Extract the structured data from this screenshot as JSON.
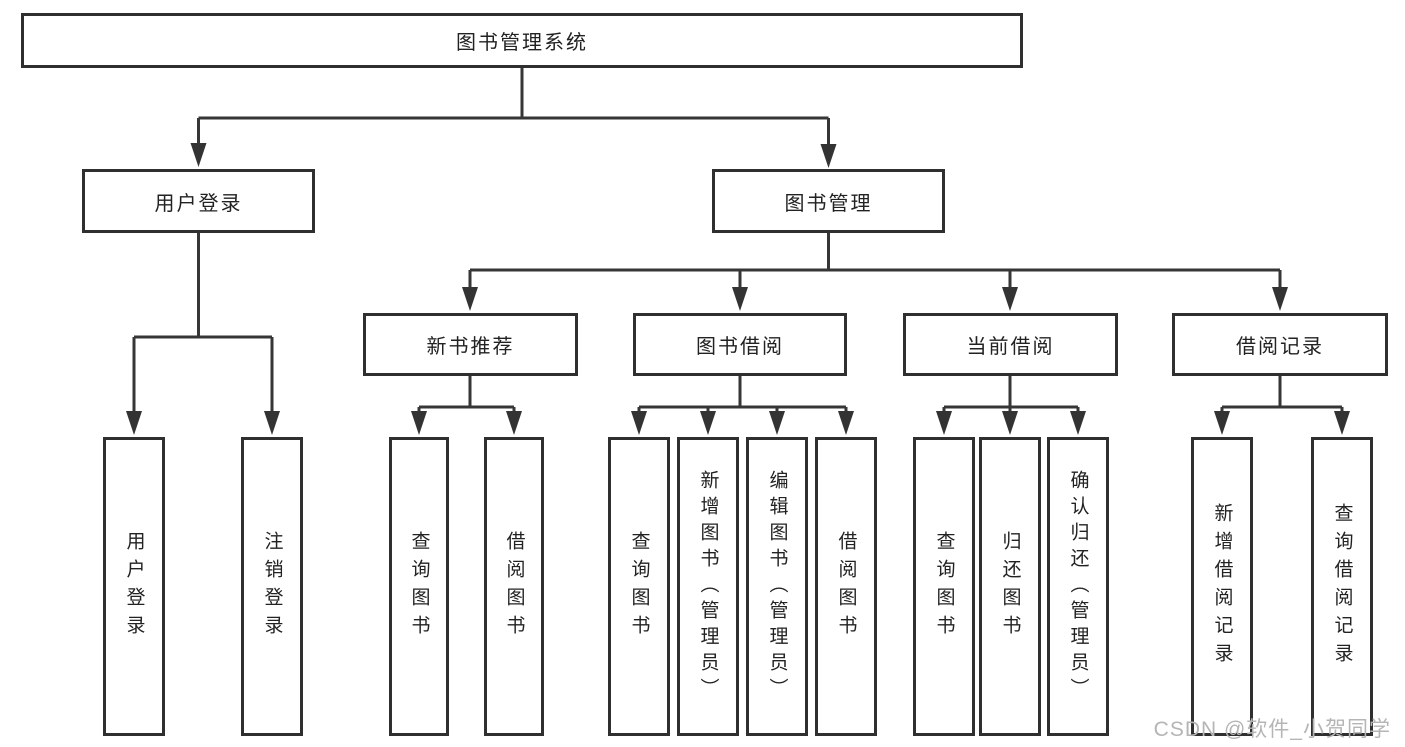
{
  "tree": {
    "label": "图书管理系统",
    "children": [
      {
        "label": "用户登录",
        "children": [
          {
            "label": "用户登录"
          },
          {
            "label": "注销登录"
          }
        ]
      },
      {
        "label": "图书管理",
        "children": [
          {
            "label": "新书推荐",
            "children": [
              {
                "label": "查询图书"
              },
              {
                "label": "借阅图书"
              }
            ]
          },
          {
            "label": "图书借阅",
            "children": [
              {
                "label": "查询图书"
              },
              {
                "label": "新增图书（管理员）"
              },
              {
                "label": "编辑图书（管理员）"
              },
              {
                "label": "借阅图书"
              }
            ]
          },
          {
            "label": "当前借阅",
            "children": [
              {
                "label": "查询图书"
              },
              {
                "label": "归还图书"
              },
              {
                "label": "确认归还（管理员）"
              }
            ]
          },
          {
            "label": "借阅记录",
            "children": [
              {
                "label": "新增借阅记录"
              },
              {
                "label": "查询借阅记录"
              }
            ]
          }
        ]
      }
    ]
  },
  "watermark": {
    "text": "CSDN @软件_小贺同学"
  },
  "colors": {
    "line": "#363636",
    "box_border": "#2f2f2f",
    "text": "#222222",
    "watermark": "#b5b5b5",
    "background": "#ffffff"
  }
}
